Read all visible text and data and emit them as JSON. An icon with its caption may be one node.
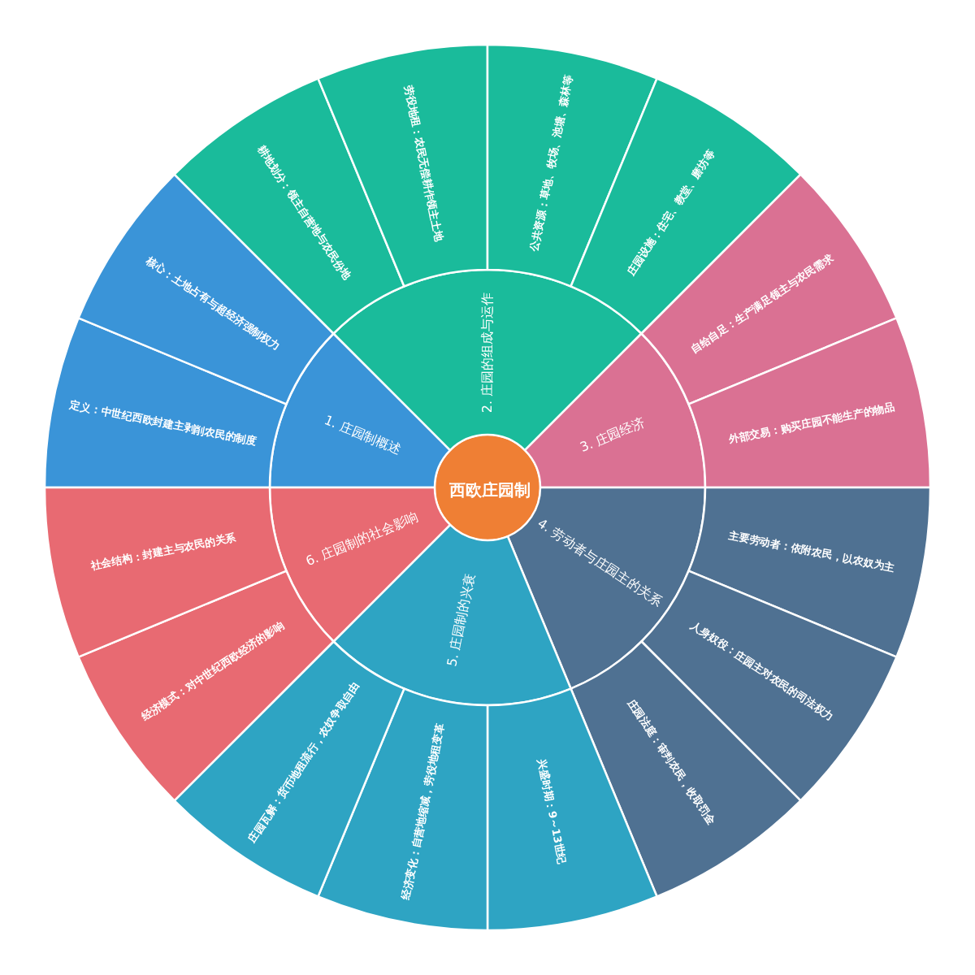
{
  "diagram": {
    "nodes": [
      {
        "text": [
          "西欧庄园制"
        ]
      },
      {
        "text": [
          "1. 庄园制概述"
        ]
      },
      {
        "text": [
          "定义：中世纪西欧封建主剥削农民的制度"
        ]
      },
      {
        "text": [
          "核心：土地占有与超经济强制权力"
        ]
      },
      {
        "text": [
          "2. 庄园的组成与运作"
        ]
      },
      {
        "text": [
          "耕地划分：领主自营地与农民份地"
        ]
      },
      {
        "text": [
          "劳役地租：农民无偿耕作领主土地"
        ]
      },
      {
        "text": [
          "公共资源：草地、牧场、池塘、森林等"
        ]
      },
      {
        "text": [
          "庄园设施：住宅、教堂、磨坊等"
        ]
      },
      {
        "text": [
          "3. 庄园经济"
        ]
      },
      {
        "text": [
          "自给自足：生产满足领主与农民需求"
        ]
      },
      {
        "text": [
          "外部交易：购买庄园不能生产的物品"
        ]
      },
      {
        "text": [
          "4. 劳动者与庄园主的关系"
        ]
      },
      {
        "text": [
          "主要劳动者：依附农民，以农奴为主"
        ]
      },
      {
        "text": [
          "人身奴役：庄园主对农民的司法权力"
        ]
      },
      {
        "text": [
          "庄园法庭：审判农民，收取罚金"
        ]
      },
      {
        "text": [
          "5. 庄园制的兴衰"
        ]
      },
      {
        "text": [
          "兴盛时期：9～13世纪"
        ]
      },
      {
        "text": [
          "经济变化：自营地缩减，劳役地租变革"
        ]
      },
      {
        "text": [
          "庄园瓦解：货币地租流行，农奴争取自由"
        ]
      },
      {
        "text": [
          "6. 庄园制的社会影响"
        ]
      },
      {
        "text": [
          "经济模式：对中世纪西欧经济的影响"
        ]
      },
      {
        "text": [
          "社会结构：封建主与农民的关系"
        ]
      }
    ]
  }
}
